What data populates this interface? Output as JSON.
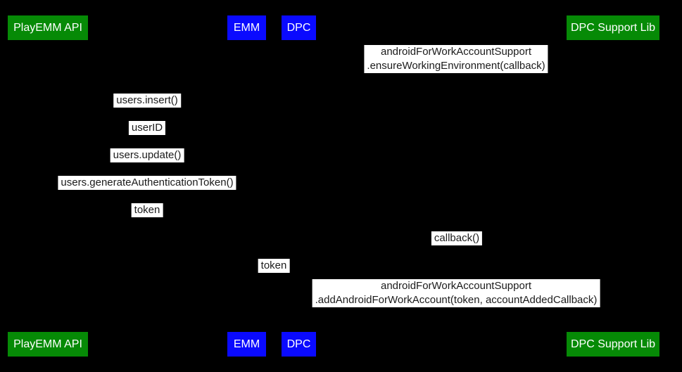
{
  "diagram": {
    "type": "sequence-diagram",
    "colors": {
      "background": "#000000",
      "green": "#068A06",
      "blue": "#0A0AFF",
      "actor_text": "#ffffff",
      "label_bg": "#ffffff",
      "label_text": "#1b1b1b"
    },
    "actors": [
      {
        "id": "playemm-api",
        "label": "PlayEMM API",
        "color": "green"
      },
      {
        "id": "emm",
        "label": "EMM",
        "color": "blue"
      },
      {
        "id": "dpc",
        "label": "DPC",
        "color": "blue"
      },
      {
        "id": "dpc-support-lib",
        "label": "DPC Support Lib",
        "color": "green"
      }
    ],
    "messages": [
      {
        "id": "ensure-working-environment",
        "lines": [
          "androidForWorkAccountSupport",
          ".ensureWorkingEnvironment(callback)"
        ]
      },
      {
        "id": "users-insert",
        "lines": [
          "users.insert()"
        ]
      },
      {
        "id": "user-id",
        "lines": [
          "userID"
        ]
      },
      {
        "id": "users-update",
        "lines": [
          "users.update()"
        ]
      },
      {
        "id": "users-generate-auth-token",
        "lines": [
          "users.generateAuthenticationToken()"
        ]
      },
      {
        "id": "token-return",
        "lines": [
          "token"
        ]
      },
      {
        "id": "callback",
        "lines": [
          "callback()"
        ]
      },
      {
        "id": "token-forward",
        "lines": [
          "token"
        ]
      },
      {
        "id": "add-android-for-work-account",
        "lines": [
          "androidForWorkAccountSupport",
          ".addAndroidForWorkAccount(token, accountAddedCallback)"
        ]
      }
    ]
  }
}
